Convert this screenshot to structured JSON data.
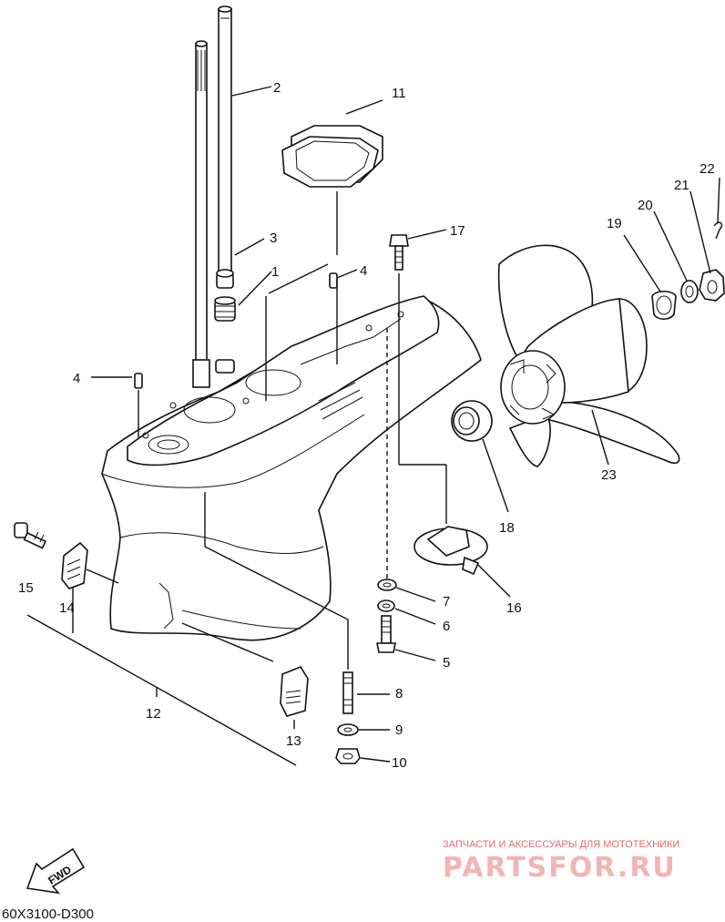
{
  "callouts": [
    "1",
    "2",
    "3",
    "4",
    "4",
    "5",
    "6",
    "7",
    "8",
    "9",
    "10",
    "11",
    "12",
    "13",
    "14",
    "15",
    "16",
    "17",
    "18",
    "19",
    "20",
    "21",
    "22",
    "23"
  ],
  "diagram_code": "60X3100-D300",
  "fwd_label": "FWD",
  "watermark": {
    "tagline": "ЗАПЧАСТИ И АКСЕССУАРЫ ДЛЯ МОТОТЕХНИКИ",
    "brand": "PARTSFOR.RU",
    "color": "#e06a6a"
  }
}
